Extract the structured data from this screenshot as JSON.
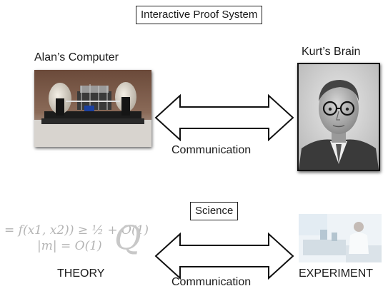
{
  "top": {
    "title": "Interactive Proof System",
    "left_label": "Alan’s Computer",
    "right_label": "Kurt’s Brain",
    "arrow_label": "Communication"
  },
  "bottom": {
    "title": "Science",
    "left_label": "THEORY",
    "right_label": "EXPERIMENT",
    "arrow_label": "Communication",
    "formula_line1": "= f(x1, x2)) ≥ ½ + O(1)",
    "formula_line2": "|m| = O(1)",
    "formula_symbol": "Q"
  }
}
